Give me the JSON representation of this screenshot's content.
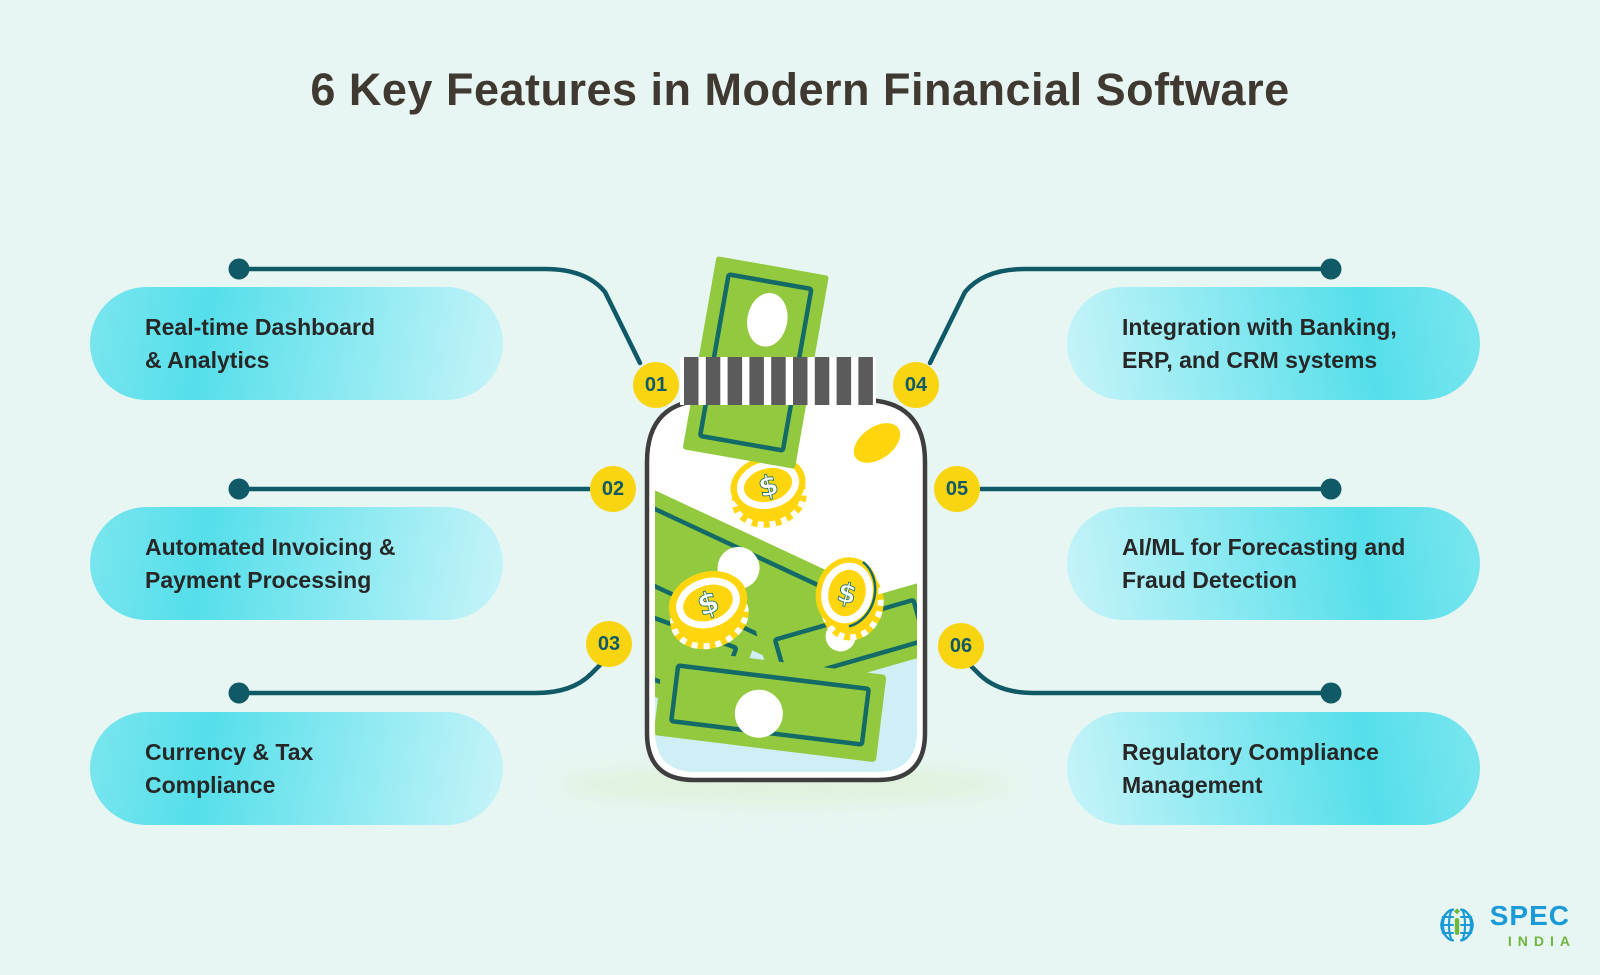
{
  "title": "6 Key Features in Modern Financial Software",
  "features": [
    {
      "number": "01",
      "line1": "Real-time Dashboard",
      "line2": "& Analytics"
    },
    {
      "number": "02",
      "line1": "Automated Invoicing &",
      "line2": "Payment Processing"
    },
    {
      "number": "03",
      "line1": "Currency & Tax",
      "line2": "Compliance"
    },
    {
      "number": "04",
      "line1": "Integration with Banking,",
      "line2": "ERP, and CRM systems"
    },
    {
      "number": "05",
      "line1": "AI/ML for Forecasting and",
      "line2": "Fraud Detection"
    },
    {
      "number": "06",
      "line1": "Regulatory Compliance",
      "line2": "Management"
    }
  ],
  "jar": {
    "currency_symbol": "$"
  },
  "logo": {
    "name": "SPEC",
    "sub": "INDIA"
  },
  "colors": {
    "bg": "#E8F6F3",
    "teal": "#0F5A66",
    "yellow": "#F9D411",
    "title": "#3F3931",
    "text": "#272727",
    "pill-cyan": "#55DFEA",
    "pill-light": "#C7F4F9",
    "bill-green": "#92C93E",
    "bill-border": "#136A66",
    "coin-yellow": "#FFD60E",
    "lid-gray": "#5B5B5B",
    "jar-outline": "#3E3E3E",
    "water": "#CDEFF5",
    "logo-blue": "#1A9BD7",
    "logo-green": "#6FB63C"
  }
}
